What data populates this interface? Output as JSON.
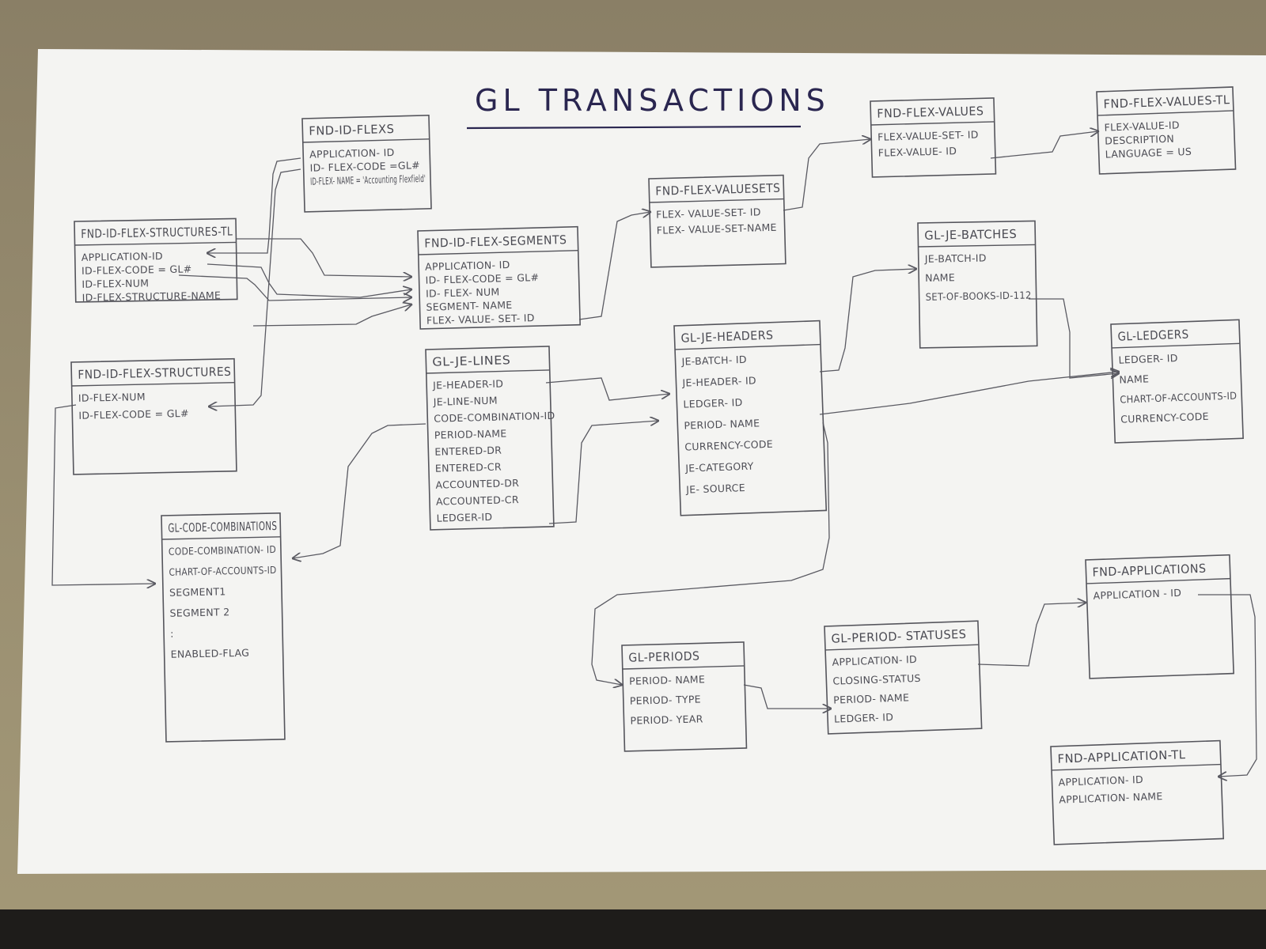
{
  "title": "GL TRANSACTIONS",
  "colors": {
    "paper": "#f4f4f2",
    "ink": "#55555c",
    "title_ink": "#2a2650",
    "desk": "#9b9072"
  },
  "entities": [
    {
      "id": "fnd_id_flexs",
      "name": "FND-ID-FLEXS",
      "fields": [
        "APPLICATION- ID",
        "ID- FLEX-CODE =GL#",
        "ID-FLEX- NAME = 'Accounting Flexfield'"
      ]
    },
    {
      "id": "fnd_id_flex_structures_tl",
      "name": "FND-ID-FLEX-STRUCTURES-TL",
      "fields": [
        "APPLICATION-ID",
        "ID-FLEX-CODE = GL#",
        "ID-FLEX-NUM",
        "ID-FLEX-STRUCTURE-NAME"
      ]
    },
    {
      "id": "fnd_id_flex_segments",
      "name": "FND-ID-FLEX-SEGMENTS",
      "fields": [
        "APPLICATION- ID",
        "ID- FLEX-CODE = GL#",
        "ID- FLEX- NUM",
        "SEGMENT- NAME",
        "FLEX- VALUE- SET- ID"
      ]
    },
    {
      "id": "fnd_flex_value_sets",
      "name": "FND-FLEX-VALUESETS",
      "fields": [
        "FLEX- VALUE-SET- ID",
        "FLEX- VALUE-SET-NAME"
      ]
    },
    {
      "id": "fnd_flex_values",
      "name": "FND-FLEX-VALUES",
      "fields": [
        "FLEX-VALUE-SET- ID",
        "FLEX-VALUE- ID"
      ]
    },
    {
      "id": "fnd_flex_values_tl",
      "name": "FND-FLEX-VALUES-TL",
      "fields": [
        "FLEX-VALUE-ID",
        "DESCRIPTION",
        "LANGUAGE = US"
      ]
    },
    {
      "id": "fnd_id_flex_structures",
      "name": "FND-ID-FLEX-STRUCTURES",
      "fields": [
        "ID-FLEX-NUM",
        "ID-FLEX-CODE = GL#"
      ]
    },
    {
      "id": "gl_je_lines",
      "name": "GL-JE-LINES",
      "fields": [
        "JE-HEADER-ID",
        "JE-LINE-NUM",
        "CODE-COMBINATION-ID",
        "PERIOD-NAME",
        "ENTERED-DR",
        "ENTERED-CR",
        "ACCOUNTED-DR",
        "ACCOUNTED-CR",
        "LEDGER-ID"
      ]
    },
    {
      "id": "gl_je_headers",
      "name": "GL-JE-HEADERS",
      "fields": [
        "JE-BATCH- ID",
        "JE-HEADER- ID",
        "LEDGER- ID",
        "PERIOD- NAME",
        "CURRENCY-CODE",
        "JE-CATEGORY",
        "JE- SOURCE"
      ]
    },
    {
      "id": "gl_je_batches",
      "name": "GL-JE-BATCHES",
      "fields": [
        "JE-BATCH-ID",
        "NAME",
        "SET-OF-BOOKS-ID-112"
      ]
    },
    {
      "id": "gl_ledgers",
      "name": "GL-LEDGERS",
      "fields": [
        "LEDGER- ID",
        "NAME",
        "CHART-OF-ACCOUNTS-ID",
        "CURRENCY-CODE"
      ]
    },
    {
      "id": "gl_code_combinations",
      "name": "GL-CODE-COMBINATIONS",
      "fields": [
        "CODE-COMBINATION- ID",
        "CHART-OF-ACCOUNTS-ID",
        "SEGMENT1",
        "SEGMENT 2",
        ":",
        "ENABLED-FLAG"
      ]
    },
    {
      "id": "gl_periods",
      "name": "GL-PERIODS",
      "fields": [
        "PERIOD- NAME",
        "PERIOD- TYPE",
        "PERIOD- YEAR"
      ]
    },
    {
      "id": "gl_period_statuses",
      "name": "GL-PERIOD- STATUSES",
      "fields": [
        "APPLICATION- ID",
        "CLOSING-STATUS",
        "PERIOD- NAME",
        "LEDGER- ID"
      ]
    },
    {
      "id": "fnd_applications",
      "name": "FND-APPLICATIONS",
      "fields": [
        "APPLICATION - ID"
      ]
    },
    {
      "id": "fnd_application_tl",
      "name": "FND-APPLICATION-TL",
      "fields": [
        "APPLICATION- ID",
        "APPLICATION- NAME"
      ]
    }
  ],
  "relationships": [
    {
      "from": "fnd_id_flexs.APPLICATION- ID",
      "to": "fnd_id_flex_structures_tl.APPLICATION-ID"
    },
    {
      "from": "fnd_id_flexs.ID- FLEX-CODE",
      "to": "fnd_id_flex_structures.ID-FLEX-CODE"
    },
    {
      "from": "fnd_id_flex_structures_tl.APPLICATION-ID",
      "to": "fnd_id_flex_segments.APPLICATION- ID"
    },
    {
      "from": "fnd_id_flex_structures_tl.ID-FLEX-NUM",
      "to": "fnd_id_flex_segments.ID- FLEX- NUM"
    },
    {
      "from": "fnd_id_flex_structures.ID-FLEX-NUM",
      "to": "gl_code_combinations.CHART-OF-ACCOUNTS-ID"
    },
    {
      "from": "fnd_id_flex_segments.FLEX- VALUE- SET- ID",
      "to": "fnd_flex_value_sets.FLEX- VALUE-SET- ID"
    },
    {
      "from": "fnd_flex_value_sets.FLEX- VALUE-SET- ID",
      "to": "fnd_flex_values.FLEX-VALUE-SET- ID"
    },
    {
      "from": "fnd_flex_values.FLEX-VALUE- ID",
      "to": "fnd_flex_values_tl.FLEX-VALUE-ID"
    },
    {
      "from": "gl_je_lines.JE-HEADER-ID",
      "to": "gl_je_headers.JE-HEADER- ID"
    },
    {
      "from": "gl_je_lines.CODE-COMBINATION-ID",
      "to": "gl_code_combinations.CODE-COMBINATION- ID"
    },
    {
      "from": "gl_je_lines.LEDGER-ID",
      "to": "gl_je_headers.LEDGER- ID"
    },
    {
      "from": "gl_je_headers.JE-BATCH- ID",
      "to": "gl_je_batches.JE-BATCH-ID"
    },
    {
      "from": "gl_je_headers.LEDGER- ID",
      "to": "gl_ledgers.LEDGER- ID"
    },
    {
      "from": "gl_je_batches.SET-OF-BOOKS-ID-112",
      "to": "gl_ledgers.LEDGER- ID"
    },
    {
      "from": "gl_je_headers.PERIOD- NAME",
      "to": "gl_periods.PERIOD- NAME"
    },
    {
      "from": "gl_periods.PERIOD- NAME",
      "to": "gl_period_statuses.PERIOD- NAME"
    },
    {
      "from": "gl_period_statuses.APPLICATION- ID",
      "to": "fnd_applications.APPLICATION - ID"
    },
    {
      "from": "fnd_applications.APPLICATION - ID",
      "to": "fnd_application_tl.APPLICATION- ID"
    }
  ]
}
